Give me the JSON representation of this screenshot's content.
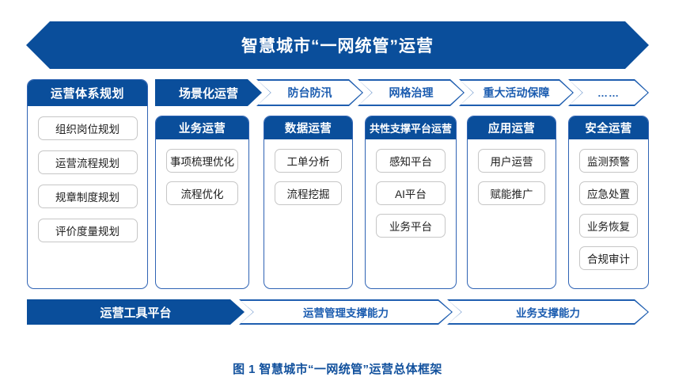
{
  "title_banner": {
    "text": "智慧城市“一网统管”运营"
  },
  "planning_column": {
    "header": "运营体系规划",
    "items": [
      "组织岗位规划",
      "运营流程规划",
      "规章制度规划",
      "评价度量规划"
    ]
  },
  "scenario_row": {
    "solid_label": "场景化运营",
    "chevrons": [
      "防台防汛",
      "网格治理",
      "重大活动保障",
      "……"
    ]
  },
  "operation_columns": [
    {
      "header": "业务运营",
      "items": [
        "事项梳理优化",
        "流程优化"
      ]
    },
    {
      "header": "数据运营",
      "items": [
        "工单分析",
        "流程挖掘"
      ]
    },
    {
      "header": "共性支撑平台运营",
      "items": [
        "感知平台",
        "AI平台",
        "业务平台"
      ]
    },
    {
      "header": "应用运营",
      "items": [
        "用户运营",
        "赋能推广"
      ]
    },
    {
      "header": "安全运营",
      "items": [
        "监测预警",
        "应急处置",
        "业务恢复",
        "合规审计"
      ]
    }
  ],
  "tool_row": {
    "solid_label": "运营工具平台",
    "chevrons": [
      "运营管理支撑能力",
      "业务支撑能力"
    ]
  },
  "caption": {
    "text": "图 1 智慧城市“一网统管”运营总体框架"
  },
  "colors": {
    "brand_blue": "#0a4e9b",
    "outline_blue": "#2f63b4",
    "chevron_text": "#1b5cb0",
    "pill_border": "#c6c6c6",
    "caption_blue": "#12519d"
  }
}
